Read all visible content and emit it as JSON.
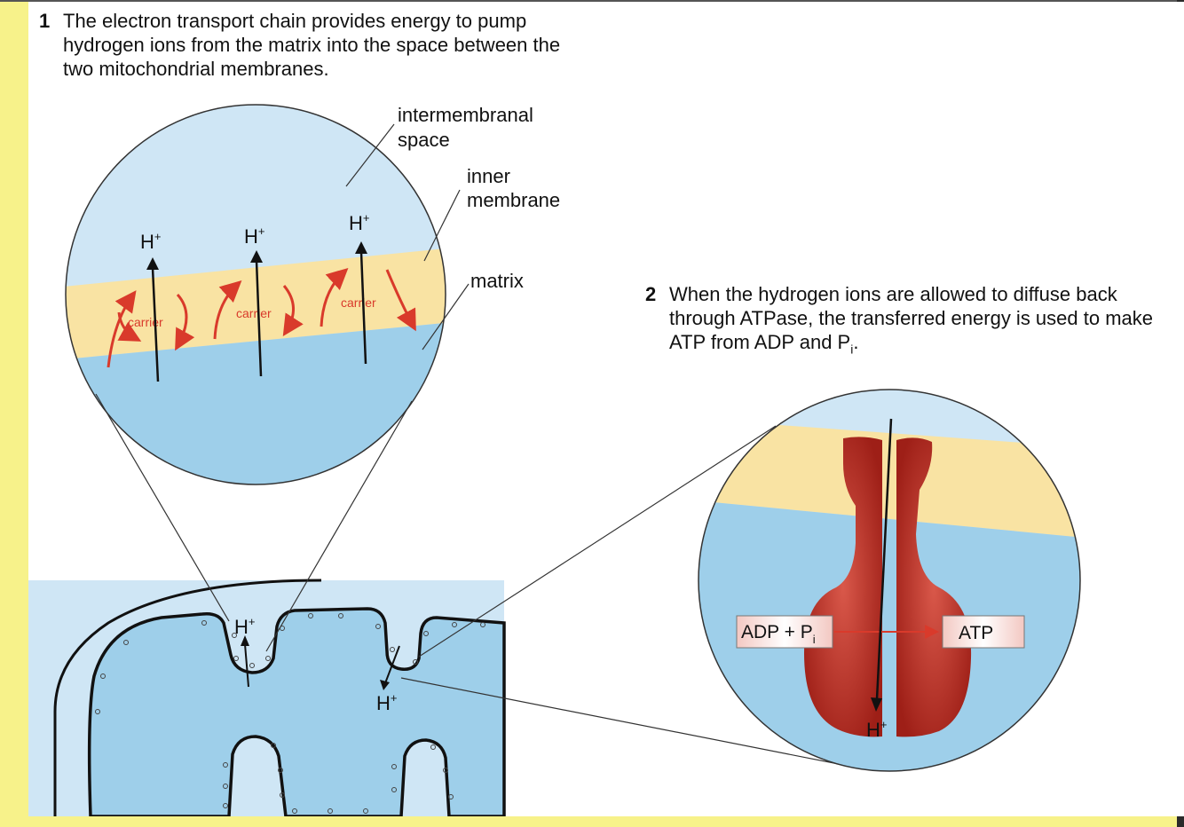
{
  "step1": {
    "number": "1",
    "text": "The electron transport chain provides energy to pump hydrogen ions from the matrix into the space between the two mitochondrial membranes."
  },
  "step2": {
    "number": "2",
    "text_main": "When the hydrogen ions are allowed to diffuse back through ATPase, the transferred energy is used to make ATP from ADP and P",
    "text_sub": "i",
    "text_end": "."
  },
  "labels": {
    "intermembranal_space": [
      "intermembranal",
      "space"
    ],
    "inner_membrane": [
      "inner",
      "membrane"
    ],
    "matrix": "matrix",
    "hydrogen_ion": "H",
    "plus": "+",
    "carrier": "carrier",
    "adp_pi": "ADP + P",
    "pi_sub": "i",
    "atp": "ATP"
  },
  "colors": {
    "intermembrane_space": "#cfe6f5",
    "inner_membrane_band": "#f9e3a3",
    "matrix": "#9ecfea",
    "carrier_arrow": "#d93a2b",
    "atpase": "#c0392b",
    "page_background": "#f7f28a"
  }
}
